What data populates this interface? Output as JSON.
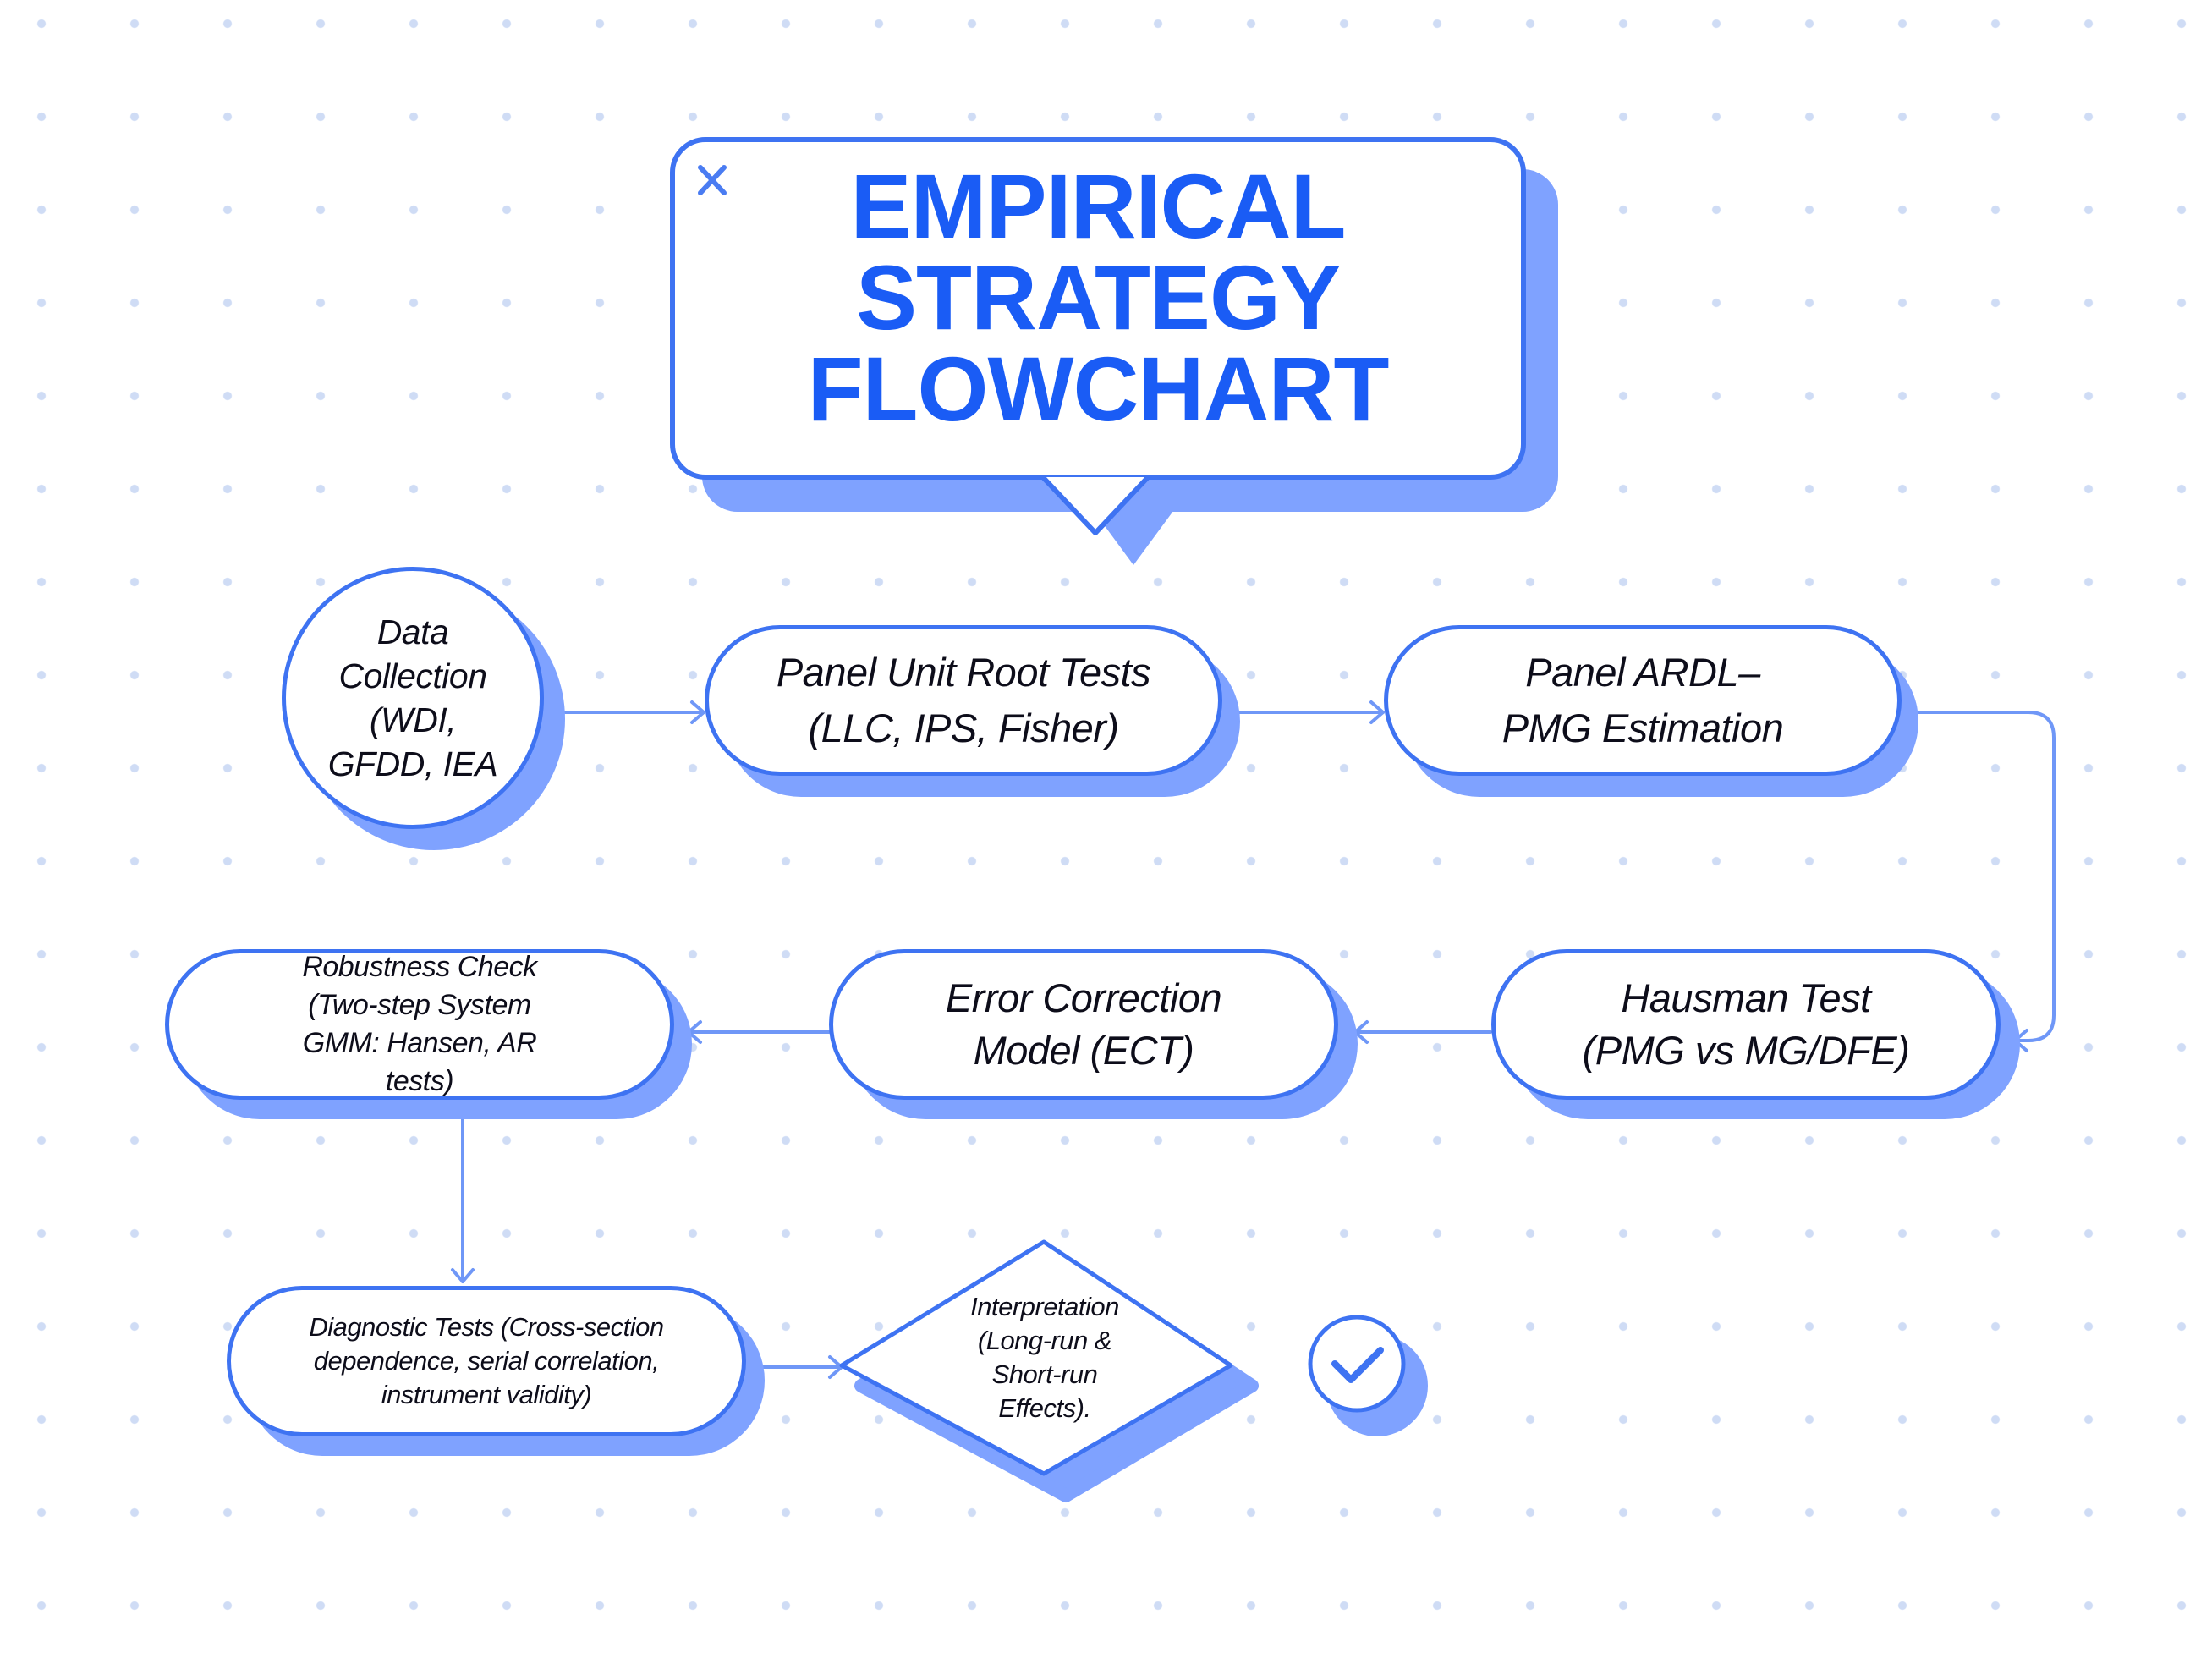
{
  "title": "EMPIRICAL\nSTRATEGY\nFLOWCHART",
  "colors": {
    "accent": "#3e73f2",
    "shadow": "#7fa2ff",
    "title": "#1a5cf5",
    "text": "#0d0d1a"
  },
  "icons": {
    "close": "close-icon",
    "check": "check-circle-icon"
  },
  "nodes": {
    "data_collection": "Data\nCollection\n(WDI,\nGFDD, IEA",
    "unit_root": "Panel Unit Root Tests\n(LLC, IPS, Fisher)",
    "ardl": "Panel ARDL–\nPMG Estimation",
    "hausman": "Hausman Test\n(PMG vs MG/DFE)",
    "ecm": "Error Correction\nModel (ECT)",
    "robustness": "Robustness Check\n(Two-step System\nGMM: Hansen, AR\ntests)",
    "diagnostic": "Diagnostic Tests (Cross-section\ndependence, serial correlation,\ninstrument validity)",
    "interpretation": "Interpretation\n(Long-run &\nShort-run\nEffects)."
  }
}
